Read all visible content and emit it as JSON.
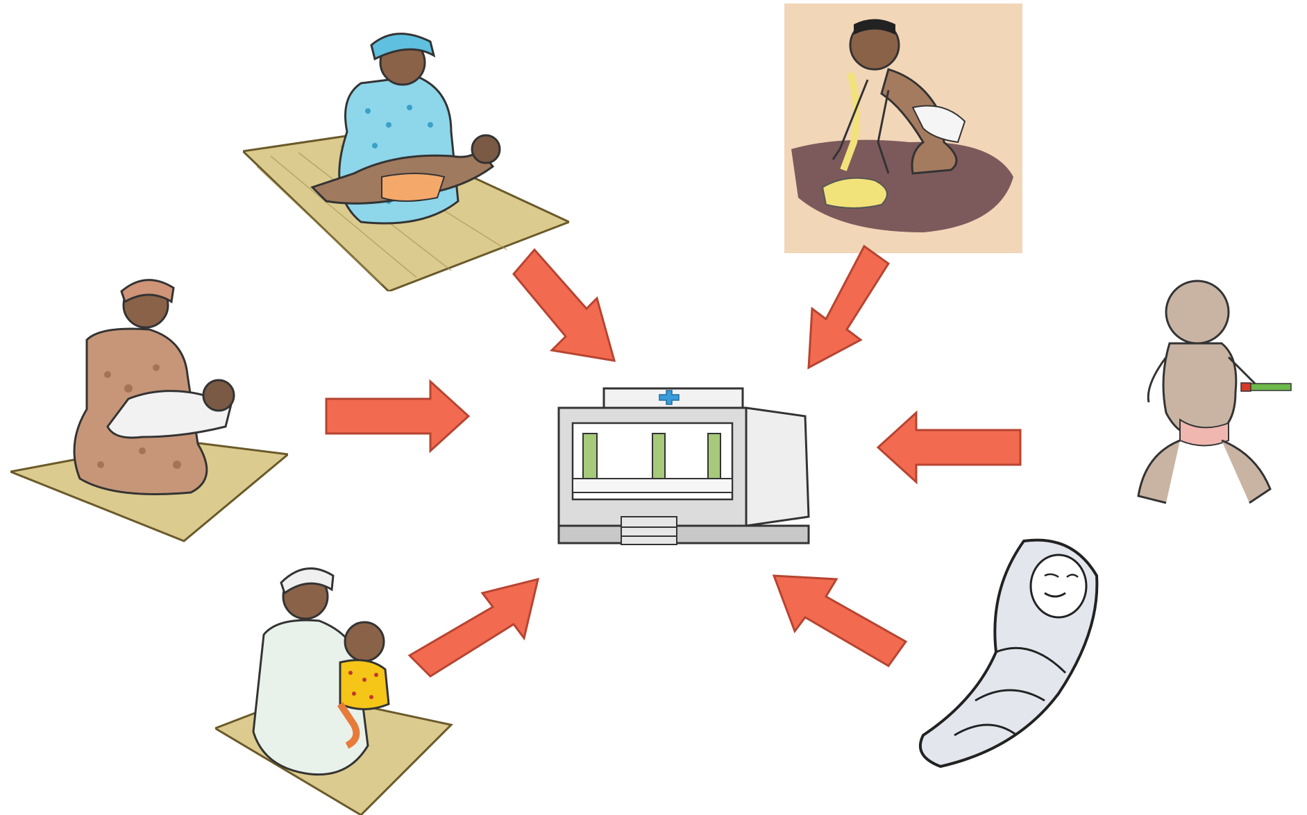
{
  "diagram": {
    "center": {
      "name": "health-clinic",
      "icon": "clinic-building-icon",
      "cross_color": "#3a9bd9"
    },
    "arrow_color": "#f26a4f",
    "arrow_shade": "#b64431",
    "panels": [
      {
        "id": "sick-infant-on-mat",
        "icon": "mother-with-limp-child-icon"
      },
      {
        "id": "vomiting-child",
        "icon": "child-vomiting-icon",
        "background": "#f2d6b8"
      },
      {
        "id": "mother-holding-sleeping-child",
        "icon": "mother-with-drowsy-child-icon"
      },
      {
        "id": "malnourished-child",
        "icon": "wasted-child-muac-icon"
      },
      {
        "id": "breastfeeding-difficulty",
        "icon": "child-unable-to-breastfeed-icon"
      },
      {
        "id": "swaddled-newborn",
        "icon": "newborn-convulsion-icon"
      }
    ]
  }
}
